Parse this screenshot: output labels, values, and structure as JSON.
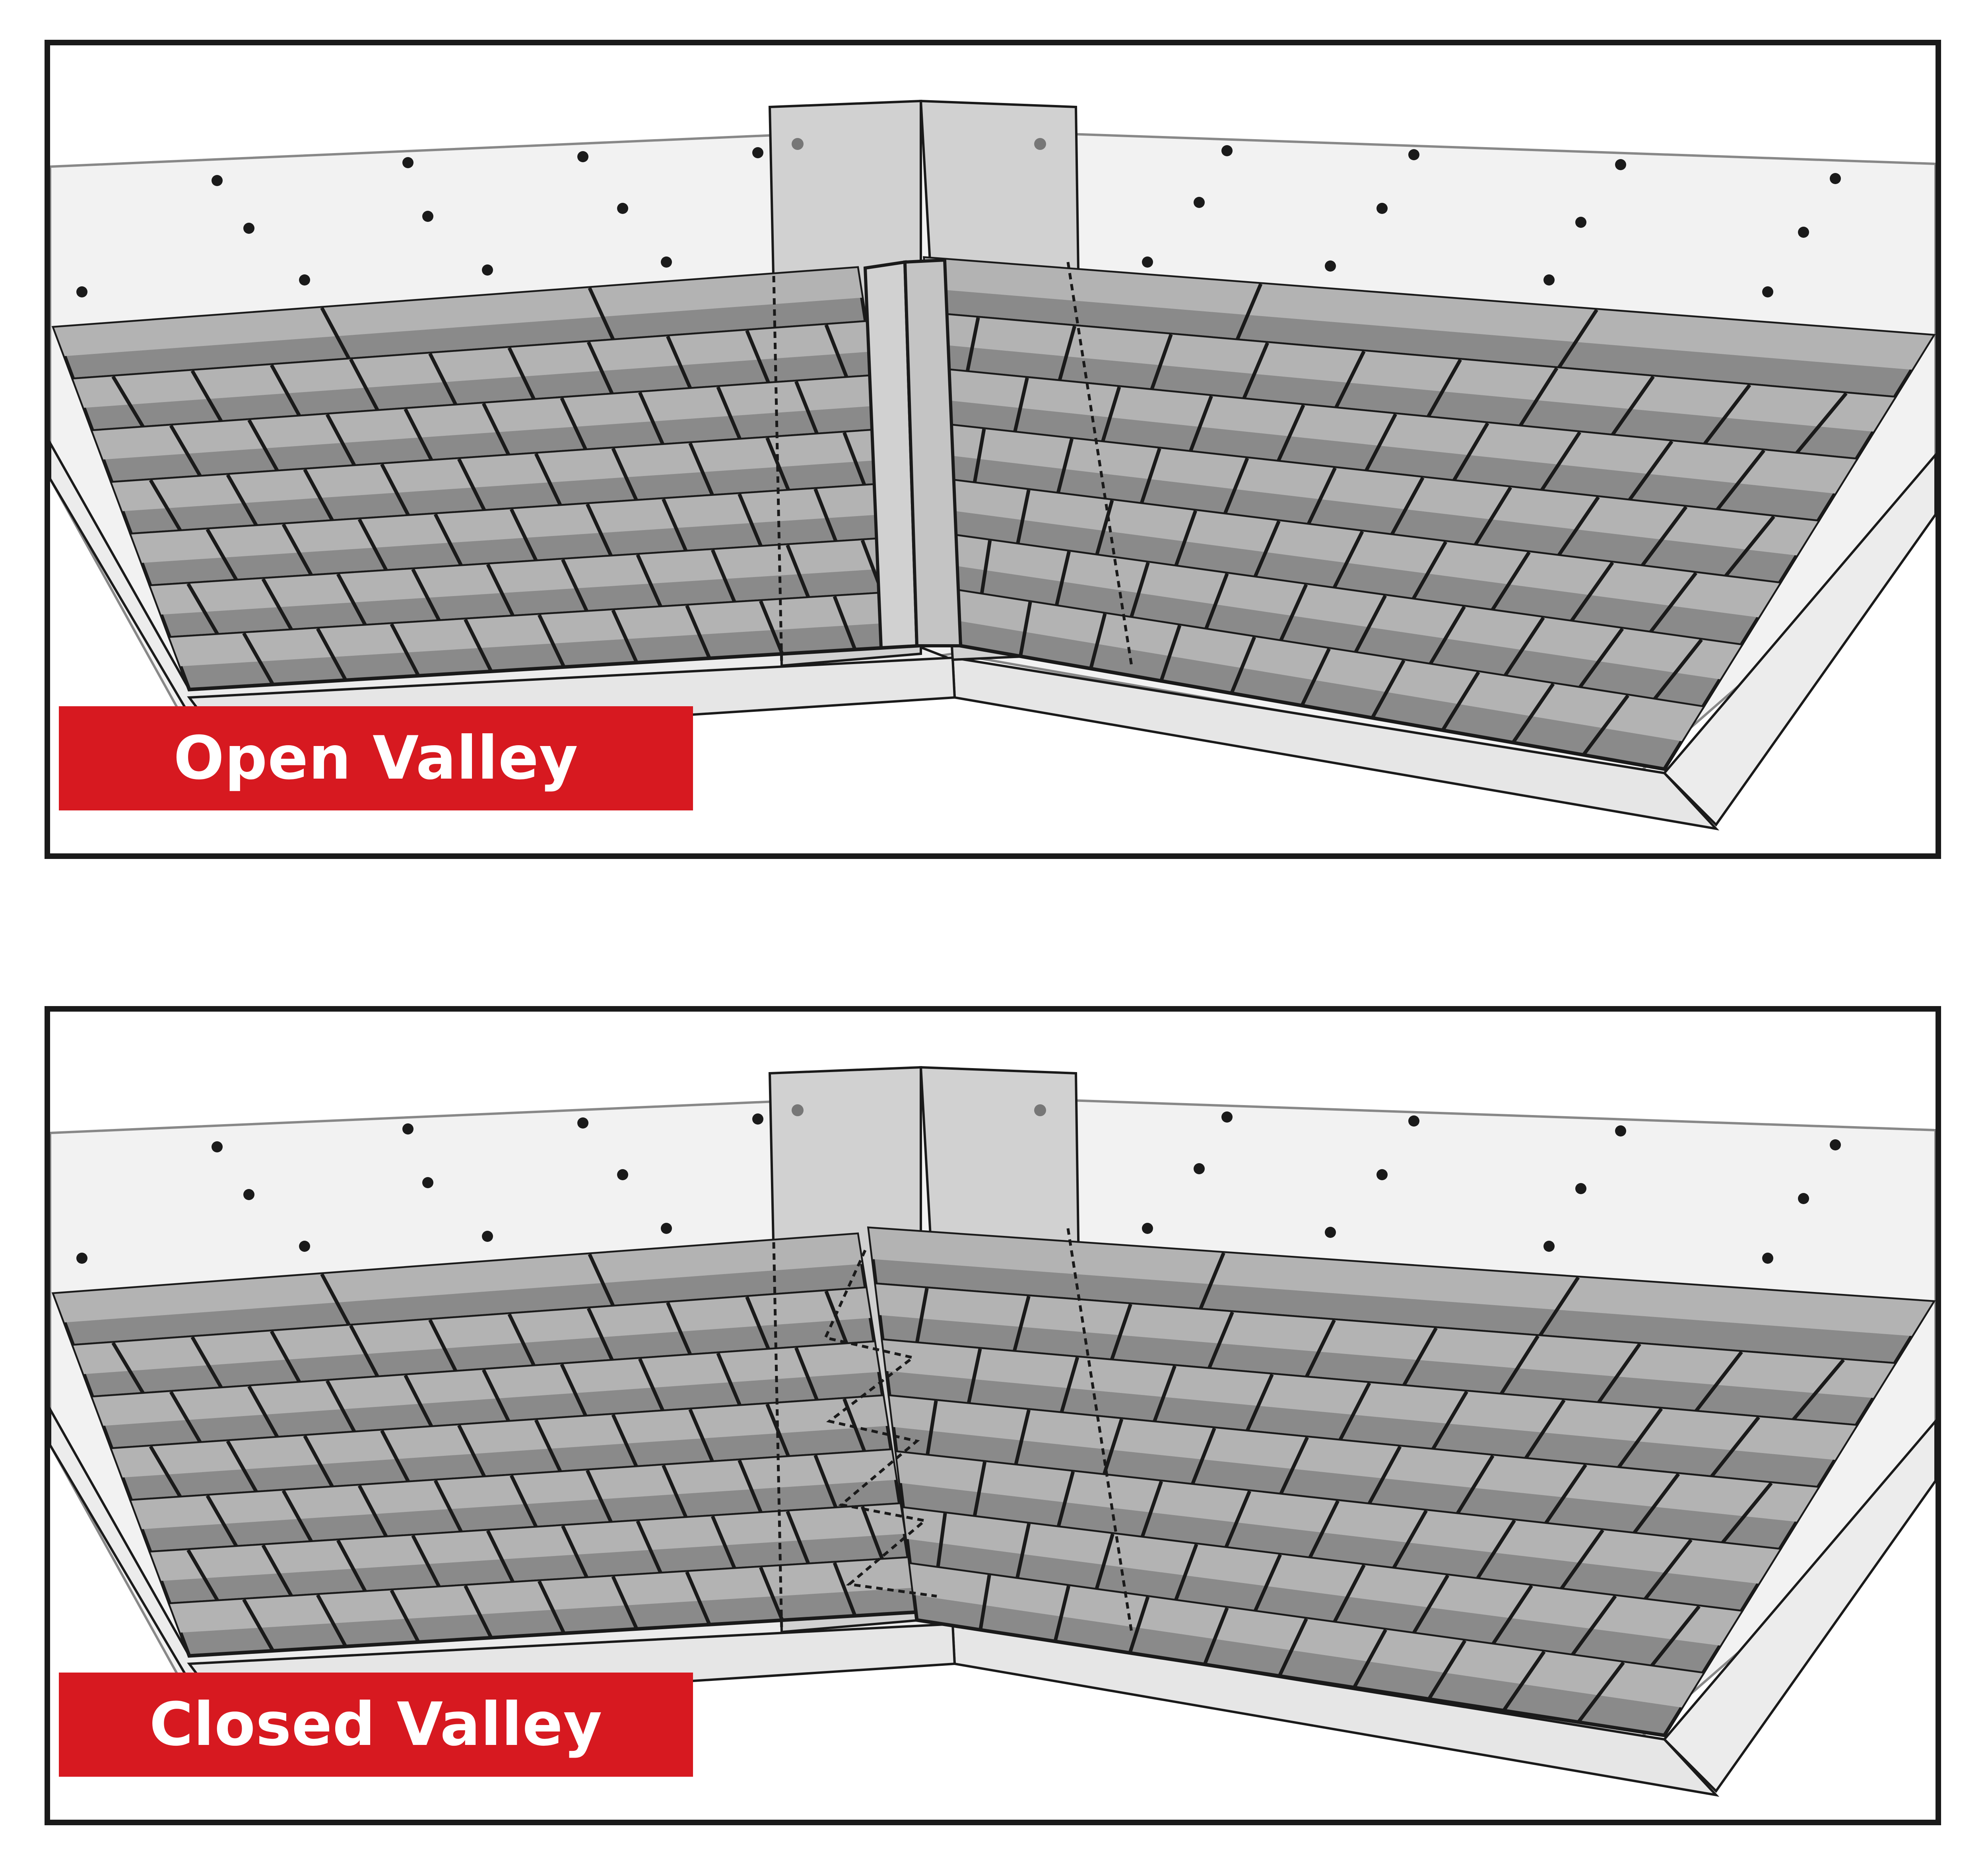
{
  "colors": {
    "frame": "#1a1a1a",
    "deck": "#f2f2f2",
    "shingle_light": "#b3b3b3",
    "shingle_dark": "#8a8a8a",
    "flashing": "#d1d1d1",
    "label_bg": "#d71920",
    "label_text": "#ffffff"
  },
  "panels": [
    {
      "id": "open",
      "label": "Open Valley"
    },
    {
      "id": "closed",
      "label": "Closed Valley"
    }
  ]
}
